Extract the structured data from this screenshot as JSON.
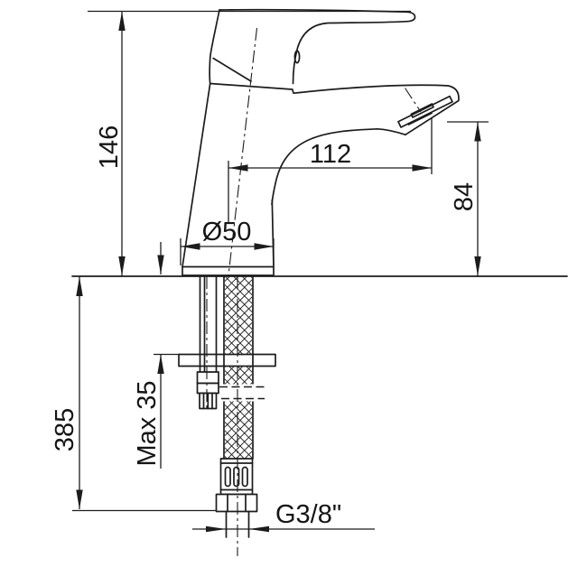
{
  "drawing": {
    "kind": "faucet-installation-dimension-drawing",
    "colors": {
      "line": "#1c1c1c",
      "background": "#ffffff"
    },
    "dimensions": {
      "total_height": "146",
      "spout_reach": "112",
      "spout_height": "84",
      "base_diameter": "Ø50",
      "install_length": "385",
      "max_counter_thickness": "Max 35",
      "thread_size": "G3/8\""
    }
  }
}
